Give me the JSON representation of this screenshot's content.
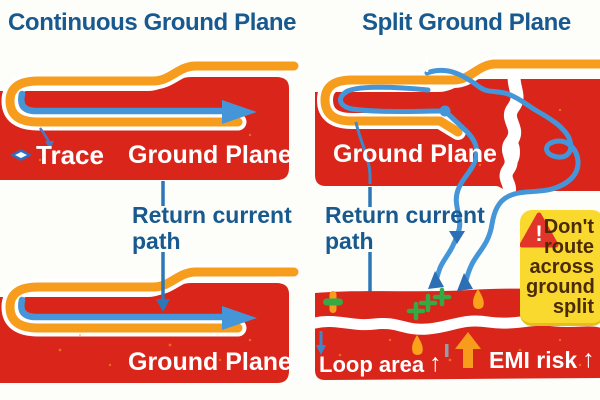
{
  "titles": {
    "left": "Continuous Ground Plane",
    "right": "Split Ground Plane"
  },
  "left_panel": {
    "trace_label": "Trace",
    "ground_plane_top_label": "Ground Plane",
    "ground_plane_bottom_label": "Ground Plane",
    "return_current_label": "Return current path"
  },
  "right_panel": {
    "ground_plane_label": "Ground Plane",
    "return_current_label": "Return current path",
    "warning_text": "Don't route across ground split",
    "loop_area_label": "Loop area",
    "emi_risk_label": "EMI risk"
  },
  "icons": {
    "up_arrow": "↑",
    "warning_exclamation": "!",
    "trace_marker": "diamond-icon",
    "stitching_capacitor": "capacitor-icon"
  },
  "colors": {
    "title_blue": "#18598f",
    "plane_red": "#da251b",
    "trace_orange": "#f79d1e",
    "current_blue": "#4596d8",
    "arrow_dark_blue": "#2d6fb5",
    "warning_yellow": "#f9d92e",
    "warning_text_brown": "#4b2a06",
    "warning_red": "#e23428",
    "via_green": "#35a944"
  }
}
